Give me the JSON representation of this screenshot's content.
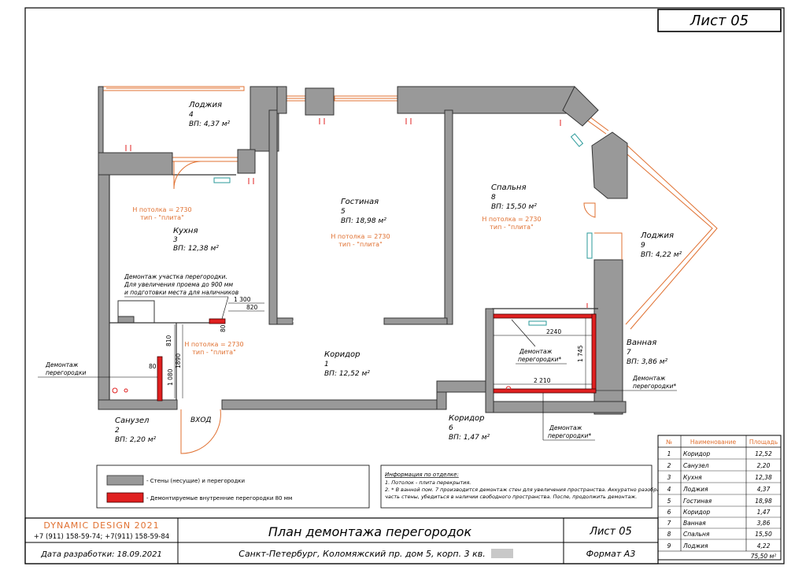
{
  "sheet_label": "Лист 05",
  "rooms": [
    {
      "name": "Лоджия",
      "num": "4",
      "area": "ВП: 4,37 м²"
    },
    {
      "name": "Кухня",
      "num": "3",
      "area": "ВП: 12,38 м²"
    },
    {
      "name": "Гостиная",
      "num": "5",
      "area": "ВП: 18,98 м²"
    },
    {
      "name": "Спальня",
      "num": "8",
      "area": "ВП: 15,50 м²"
    },
    {
      "name": "Лоджия",
      "num": "9",
      "area": "ВП: 4,22 м²"
    },
    {
      "name": "Ванная",
      "num": "7",
      "area": "ВП: 3,86 м²"
    },
    {
      "name": "Коридор",
      "num": "1",
      "area": "ВП: 12,52 м²"
    },
    {
      "name": "Санузел",
      "num": "2",
      "area": "ВП: 2,20 м²"
    },
    {
      "name": "Коридор",
      "num": "6",
      "area": "ВП: 1,47 м²"
    }
  ],
  "ceiling_notes": {
    "line1": "Н потолка = 2730",
    "line2": "тип - \"плита\""
  },
  "entrance_label": "ВХОД",
  "demolition_notes": {
    "kitchen_l1": "Демонтаж участка перегородки.",
    "kitchen_l2": "Для увеличения проема до 900 мм",
    "kitchen_l3": "и подготовки места  для наличников",
    "left_l1": "Демонтаж",
    "left_l2": "перегородки",
    "bath_inner_l1": "Демонтаж",
    "bath_inner_l2": "перегородки*",
    "bath_right_l1": "Демонтаж",
    "bath_right_l2": "перегородки*",
    "bottom_l1": "Демонтаж",
    "bottom_l2": "перегородки*"
  },
  "dimensions": {
    "d1300": "1 300",
    "d820": "820",
    "d80a": "80",
    "d810": "810",
    "d1890": "1890",
    "d1080": "1 080",
    "d80b": "80",
    "d2240": "2240",
    "d1745": "1 745",
    "d2210": "2 210"
  },
  "legend": {
    "walls": "- Стены (несущие) и перегородки",
    "demolish": "- Демонтируемые внутренние  перегородки 80 мм"
  },
  "colors": {
    "wall": "#999999",
    "demolish": "#e02020",
    "accent": "#e07030"
  },
  "info": {
    "title": "Информация по отделке:",
    "l1": "1. Потолок - плита перекрытия.",
    "l2": "2. * В ванной пом. 7 производится демонтаж стен для увеличения пространства. Аккуратно разобрать",
    "l3": "часть стены, убедиться в наличии свободного пространства. После, продолжить демонтаж."
  },
  "table": {
    "headers": [
      "№",
      "Наименование",
      "Площадь"
    ],
    "rows": [
      [
        "1",
        "Коридор",
        "12,52"
      ],
      [
        "2",
        "Санузел",
        "2,20"
      ],
      [
        "3",
        "Кухня",
        "12,38"
      ],
      [
        "4",
        "Лоджия",
        "4,37"
      ],
      [
        "5",
        "Гостиная",
        "18,98"
      ],
      [
        "6",
        "Коридор",
        "1,47"
      ],
      [
        "7",
        "Ванная",
        "3,86"
      ],
      [
        "8",
        "Спальня",
        "15,50"
      ],
      [
        "9",
        "Лоджия",
        "4,22"
      ]
    ],
    "total": "75,50 м²"
  },
  "title_block": {
    "company": "DYNAMIC  DESIGN  2021",
    "phones": "+7 (911) 158-59-74; +7(911) 158-59-84",
    "date": "Дата разработки: 18.09.2021",
    "title": "План демонтажа перегородок",
    "address": "Санкт-Петербург, Коломяжский пр. дом 5, корп. 3 кв.",
    "sheet": "Лист 05",
    "format": "Формат А3"
  }
}
